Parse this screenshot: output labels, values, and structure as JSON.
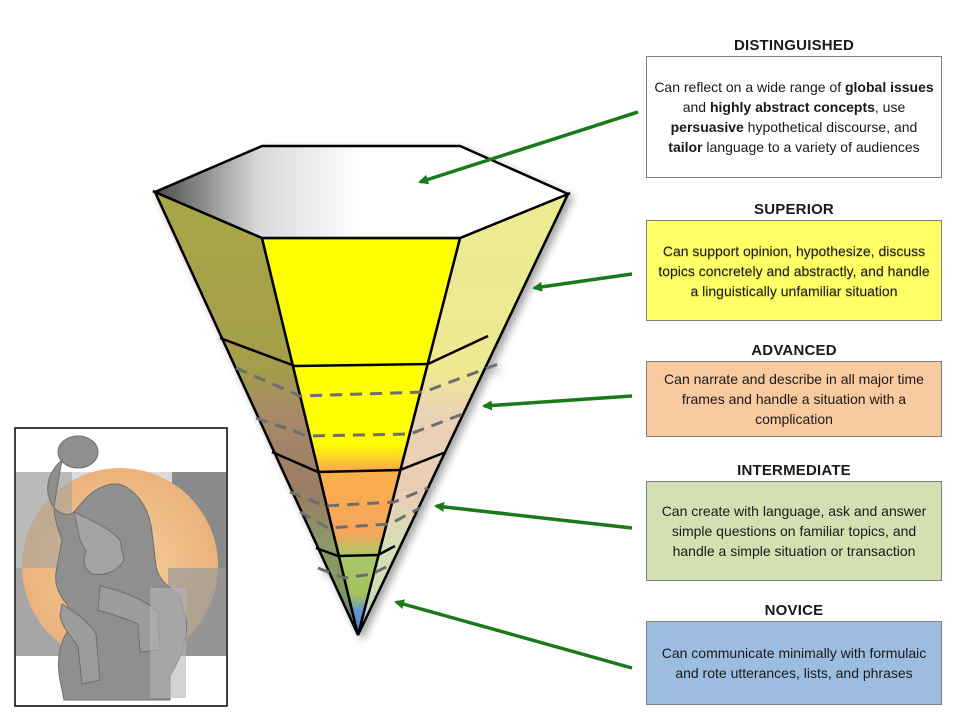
{
  "levels": [
    {
      "id": "distinguished",
      "title": "DISTINGUISHED",
      "segments": [
        {
          "text": "Can reflect on a wide range of ",
          "bold": false
        },
        {
          "text": "global issues",
          "bold": true
        },
        {
          "text": " and ",
          "bold": false
        },
        {
          "text": "highly abstract concepts",
          "bold": true
        },
        {
          "text": ", use ",
          "bold": false
        },
        {
          "text": "persuasive",
          "bold": true
        },
        {
          "text": " hypothetical discourse, and ",
          "bold": false
        },
        {
          "text": "tailor",
          "bold": true
        },
        {
          "text": " language to a variety of audiences",
          "bold": false
        }
      ],
      "color": "#ffffff"
    },
    {
      "id": "superior",
      "title": "SUPERIOR",
      "segments": [
        {
          "text": "Can support opinion, hypothesize, discuss topics concretely and abstractly, and handle a linguistically unfamiliar situation",
          "bold": false
        }
      ],
      "color": "#ffff66"
    },
    {
      "id": "advanced",
      "title": "ADVANCED",
      "segments": [
        {
          "text": "Can narrate and describe in all major time frames and handle a situation with a complication",
          "bold": false
        }
      ],
      "color": "#f9c9a0"
    },
    {
      "id": "intermediate",
      "title": "INTERMEDIATE",
      "segments": [
        {
          "text": "Can create with language, ask and answer simple questions on familiar topics, and handle a simple situation or transaction",
          "bold": false
        }
      ],
      "color": "#d3e0b1"
    },
    {
      "id": "novice",
      "title": "NOVICE",
      "segments": [
        {
          "text": "Can communicate minimally with formulaic and rote utterances, lists, and phrases",
          "bold": false
        }
      ],
      "color": "#9dbde0"
    }
  ],
  "colors": {
    "arrow": "#1a7a1a",
    "dashes": "#6e6e6e",
    "outline": "#000000"
  },
  "icons": [
    "thinker-statue-image",
    "inverted-pyramid"
  ]
}
